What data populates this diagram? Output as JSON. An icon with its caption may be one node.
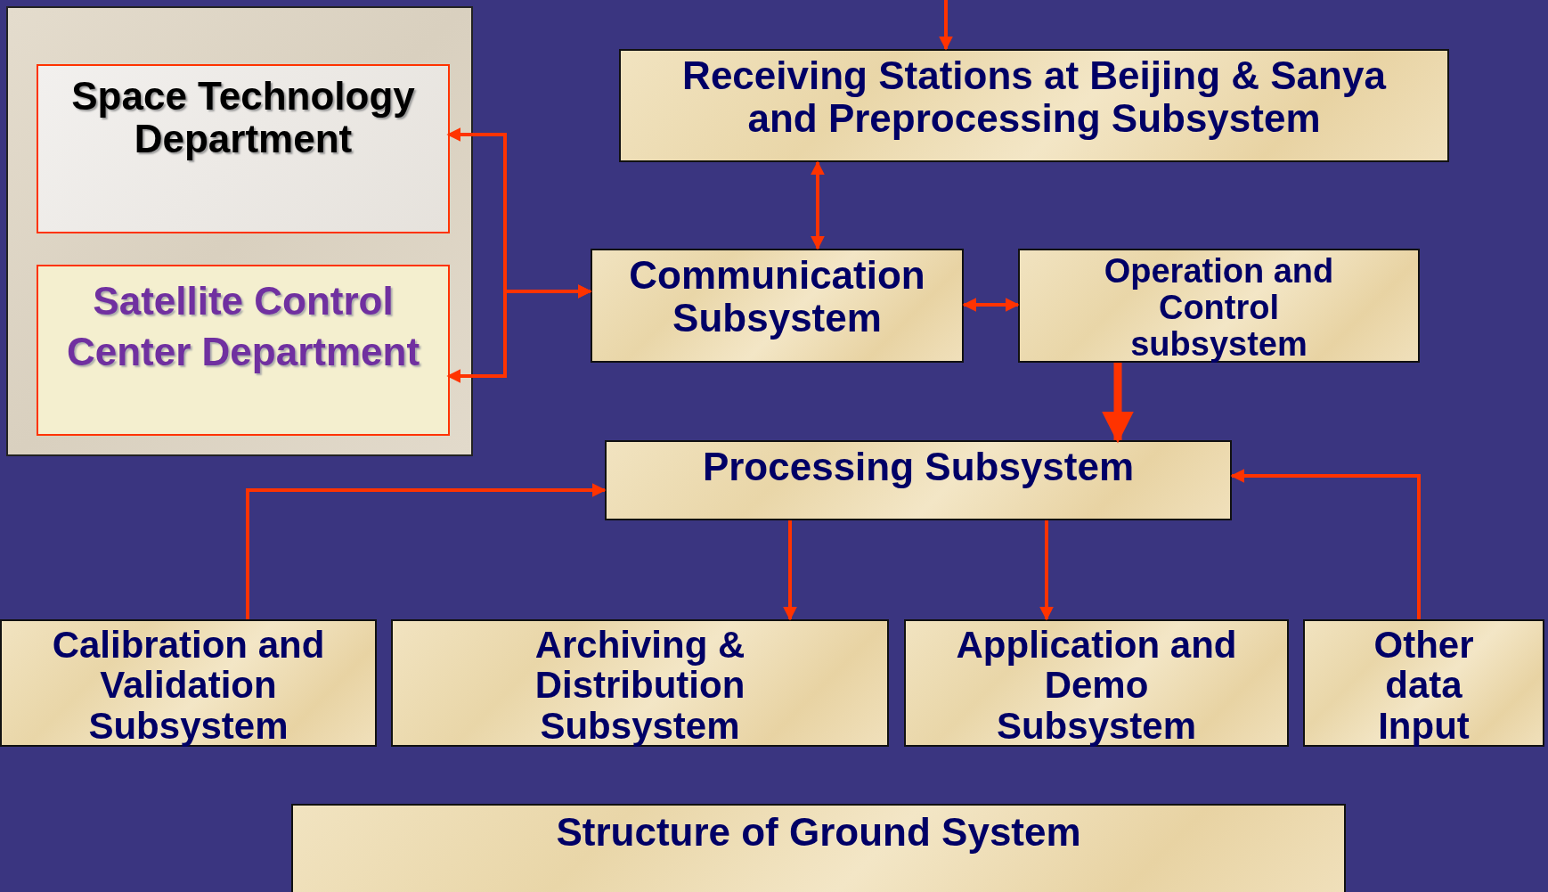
{
  "diagram": {
    "nodes": [
      {
        "text": [],
        "shape": "box"
      },
      {
        "text": [
          "Space Technology Department"
        ],
        "in": 0
      },
      {
        "text": [
          "Satellite Control Center Department"
        ],
        "in": 0
      },
      {
        "text": [
          "Receiving Stations at Beijing & Sanya and Preprocessing Subsystem"
        ]
      },
      {
        "text": [
          "Communication Subsystem"
        ]
      },
      {
        "text": [
          "Operation and Control subsystem"
        ]
      },
      {
        "text": [
          "Processing Subsystem"
        ]
      },
      {
        "text": [
          "Calibration and Validation Subsystem"
        ]
      },
      {
        "text": [
          "Archiving & Distribution Subsystem"
        ]
      },
      {
        "text": [
          "Application and Demo Subsystem"
        ]
      },
      {
        "text": [
          "Other data Input"
        ]
      },
      {
        "text": [
          "Structure of Ground System"
        ]
      }
    ],
    "edges": [
      {
        "from": null,
        "to": 3,
        "arrow": "to"
      },
      {
        "from": 3,
        "to": 4,
        "arrow": "both"
      },
      {
        "from": 4,
        "to": 1,
        "arrow": "both"
      },
      {
        "from": 4,
        "to": 2,
        "arrow": "both"
      },
      {
        "from": 4,
        "to": 5,
        "arrow": "both"
      },
      {
        "from": 5,
        "to": 6,
        "arrow": "to",
        "style": "thick"
      },
      {
        "from": 7,
        "to": 6,
        "arrow": "to"
      },
      {
        "from": 6,
        "to": 8,
        "arrow": "to"
      },
      {
        "from": 6,
        "to": 9,
        "arrow": "to"
      },
      {
        "from": 10,
        "to": 6,
        "arrow": "to"
      }
    ]
  }
}
